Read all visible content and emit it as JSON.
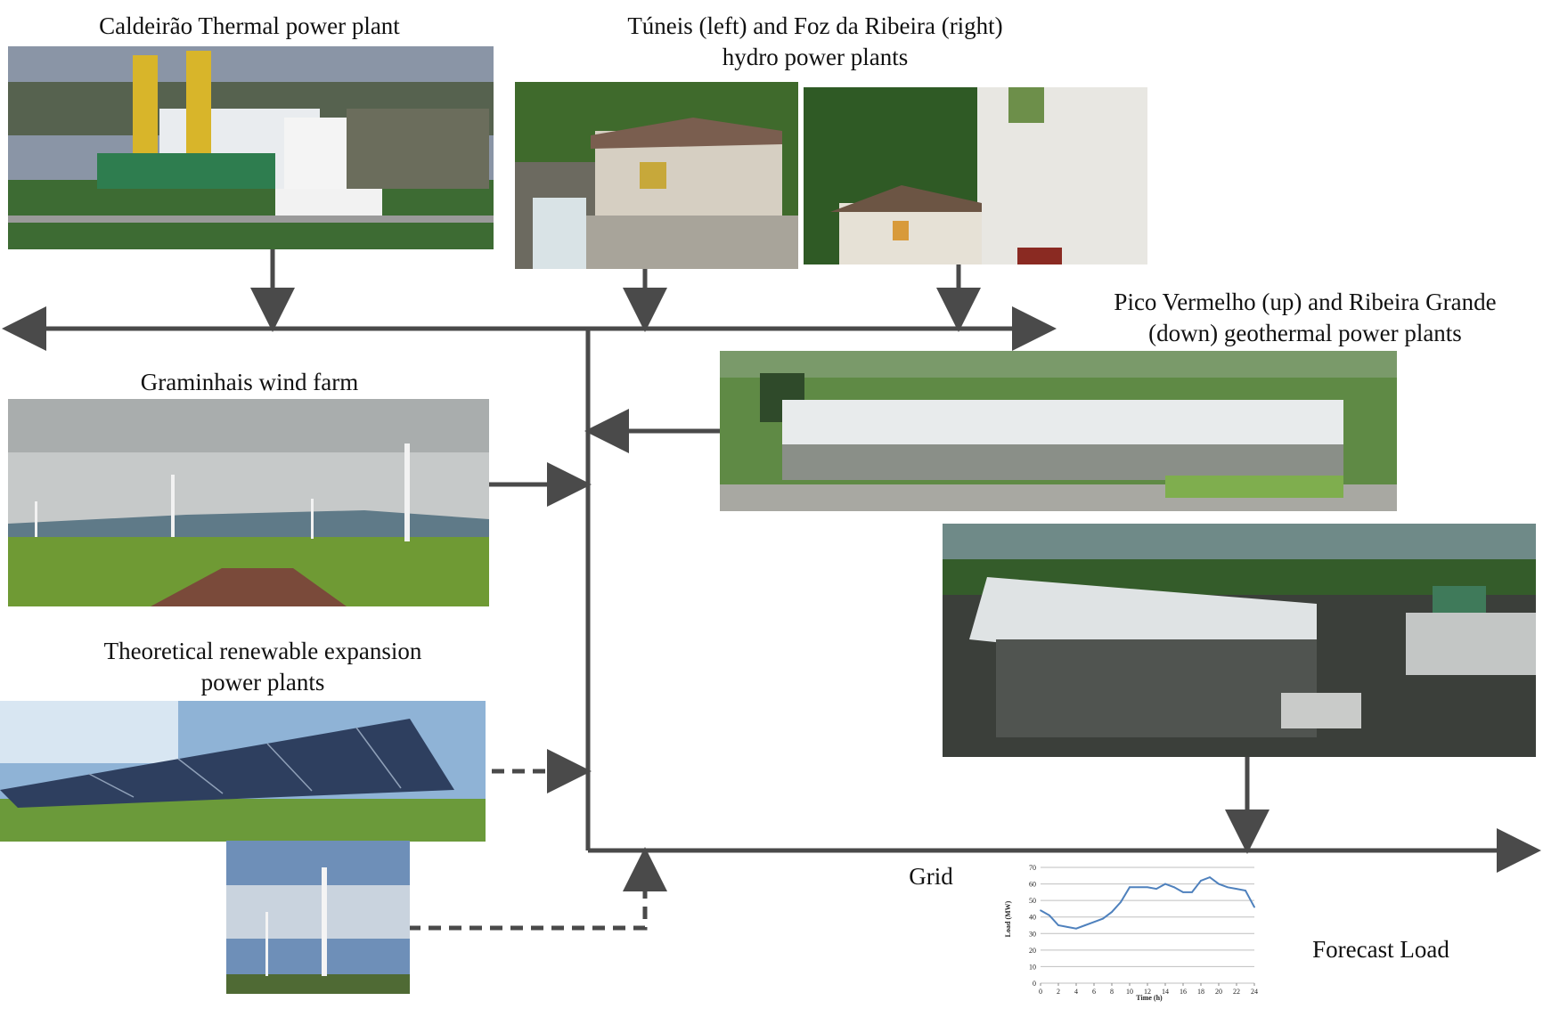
{
  "labels": {
    "thermal": "Caldeirão Thermal power plant",
    "hydro_line1": "Túneis (left) and Foz da Ribeira (right)",
    "hydro_line2": "hydro power plants",
    "geo_line1": "Pico Vermelho (up) and Ribeira Grande",
    "geo_line2": "(down) geothermal power plants",
    "wind": "Graminhais wind farm",
    "renew_line1": "Theoretical renewable expansion",
    "renew_line2": "power plants",
    "grid": "Grid",
    "forecast": "Forecast Load"
  },
  "colors": {
    "arrow": "#4a4a4a",
    "line_series": "#4f81bd"
  },
  "chart_data": {
    "type": "line",
    "xlabel": "Time (h)",
    "ylabel": "Load (MW)",
    "xlim": [
      0,
      24
    ],
    "ylim": [
      0,
      70
    ],
    "xticks": [
      "0",
      "2",
      "4",
      "6",
      "8",
      "10",
      "12",
      "14",
      "16",
      "18",
      "20",
      "22",
      "24"
    ],
    "yticks": [
      "0",
      "10",
      "20",
      "30",
      "40",
      "50",
      "60",
      "70"
    ],
    "grid": true,
    "x": [
      0,
      1,
      2,
      3,
      4,
      5,
      6,
      7,
      8,
      9,
      10,
      11,
      12,
      13,
      14,
      15,
      16,
      17,
      18,
      19,
      20,
      21,
      22,
      23,
      24
    ],
    "values": [
      44,
      41,
      35,
      34,
      33,
      35,
      37,
      39,
      43,
      49,
      58,
      58,
      58,
      57,
      60,
      58,
      55,
      55,
      62,
      64,
      60,
      58,
      57,
      56,
      46
    ]
  }
}
